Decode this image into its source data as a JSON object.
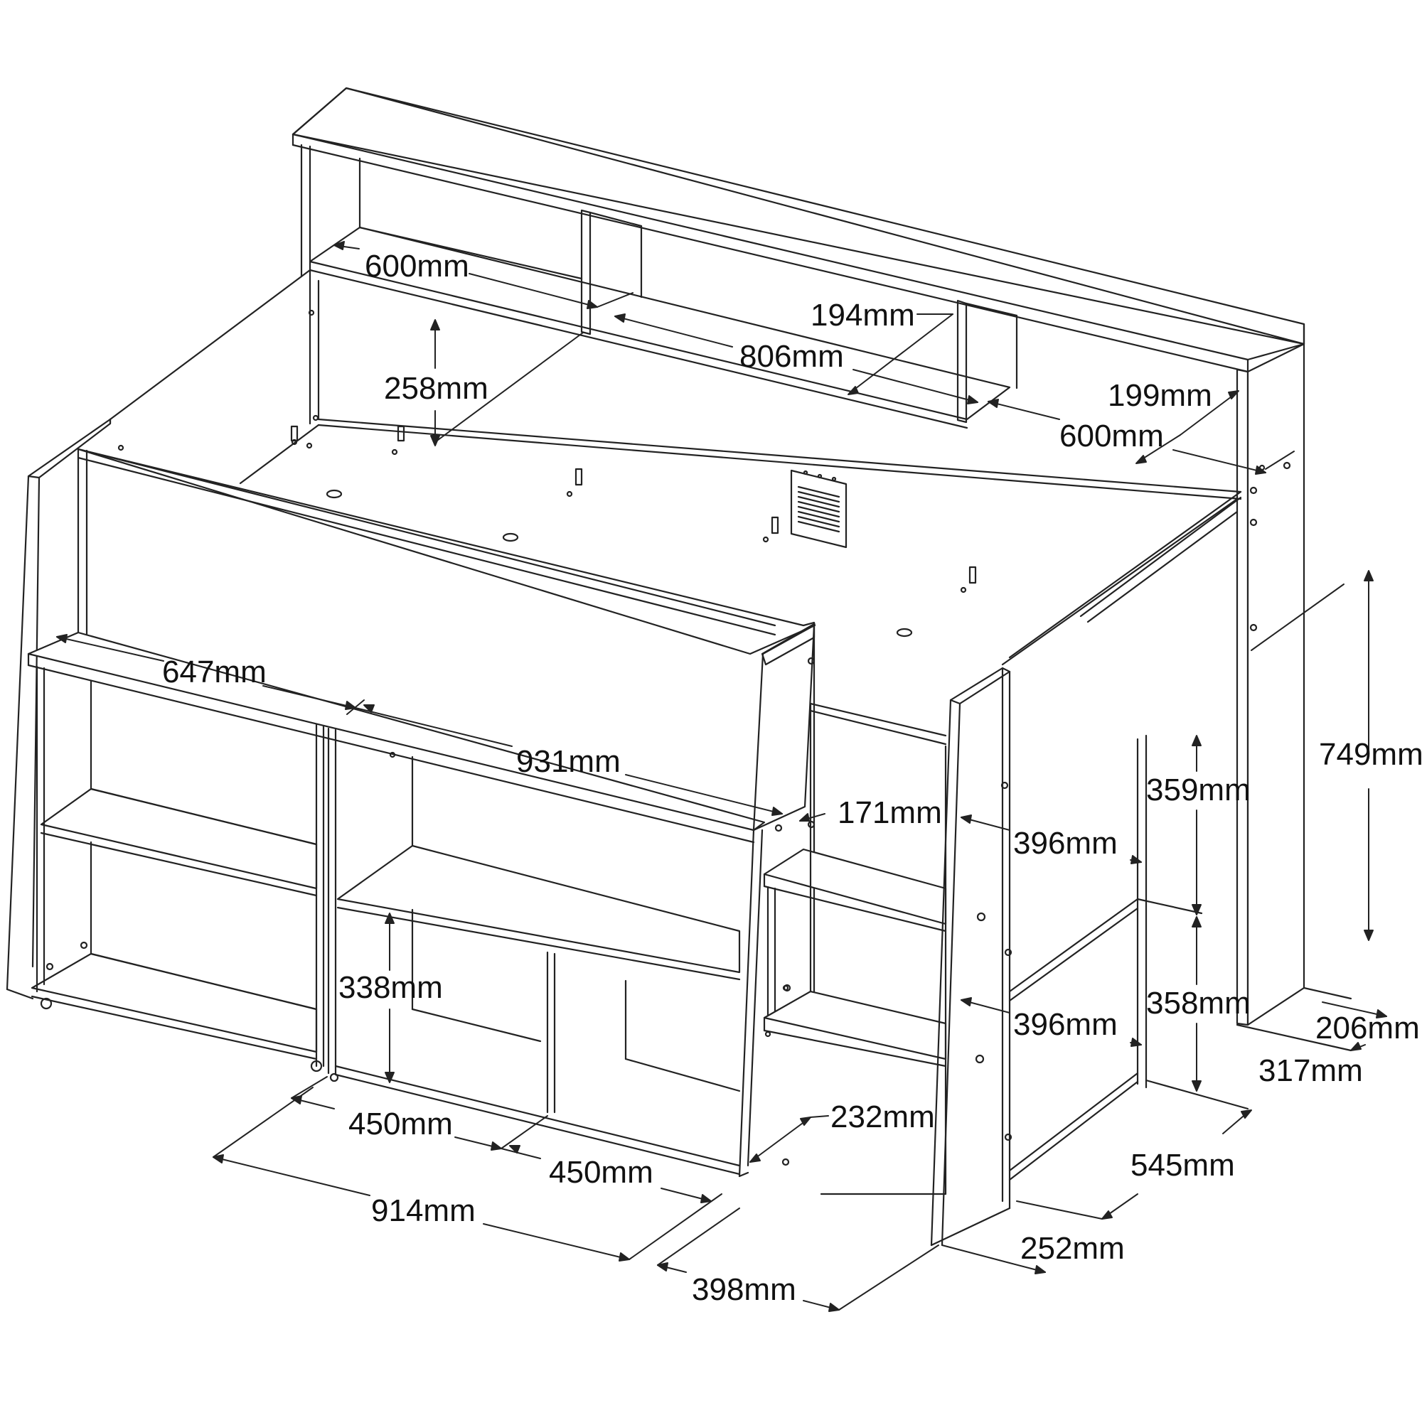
{
  "diagram": {
    "type": "furniture-dimension-drawing",
    "colors": {
      "line": "#222222",
      "background": "#ffffff",
      "text": "#111111"
    },
    "dimensions": {
      "top_shelf_left_width": "600mm",
      "top_shelf_depth": "194mm",
      "top_shelf_height": "258mm",
      "top_shelf_middle_width": "806mm",
      "top_shelf_right_depth": "199mm",
      "top_shelf_right_width": "600mm",
      "desk_left_width": "647mm",
      "desk_total_width": "931mm",
      "step_depth": "171mm",
      "overall_height": "749mm",
      "ladder_upper_height": "359mm",
      "ladder_upper_depth": "396mm",
      "ladder_lower_height": "358mm",
      "ladder_lower_depth": "396mm",
      "cabinet_shelf_height": "338mm",
      "cabinet_width_a": "450mm",
      "cabinet_width_b": "450mm",
      "cabinet_total_width": "914mm",
      "step_gap": "232mm",
      "post_width": "206mm",
      "post_depth": "317mm",
      "side_depth": "545mm",
      "ladder_width": "252mm",
      "step_cabinet_depth": "398mm"
    }
  }
}
